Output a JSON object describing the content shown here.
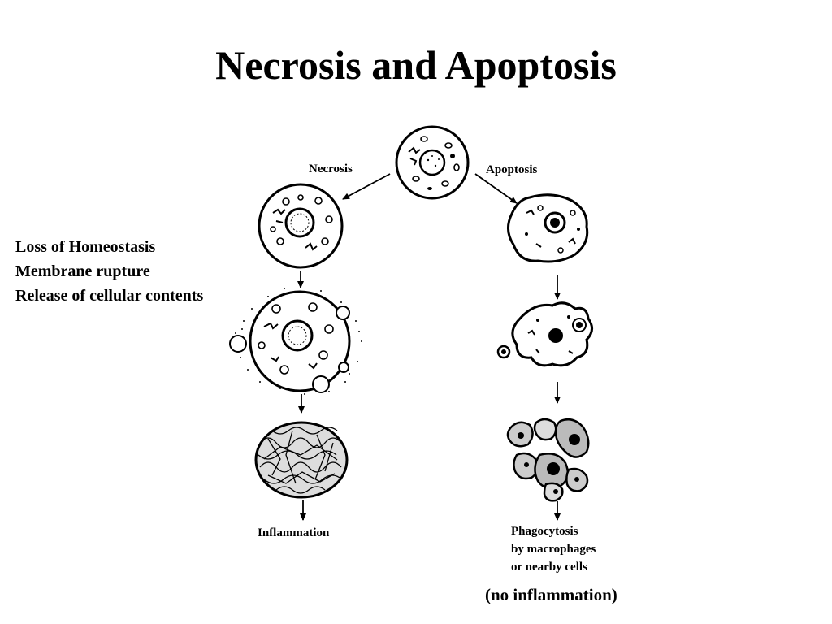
{
  "title": "Necrosis and Apoptosis",
  "notes": [
    "Loss of Homeostasis",
    "Membrane rupture",
    "Release of cellular contents"
  ],
  "diagram": {
    "necrosis_label": "Necrosis",
    "apoptosis_label": "Apoptosis",
    "necrosis_outcome": "Inflammation",
    "apoptosis_outcome": [
      "Phagocytosis",
      "by macrophages",
      "or nearby cells"
    ],
    "apoptosis_note": "(no inflammation)"
  }
}
